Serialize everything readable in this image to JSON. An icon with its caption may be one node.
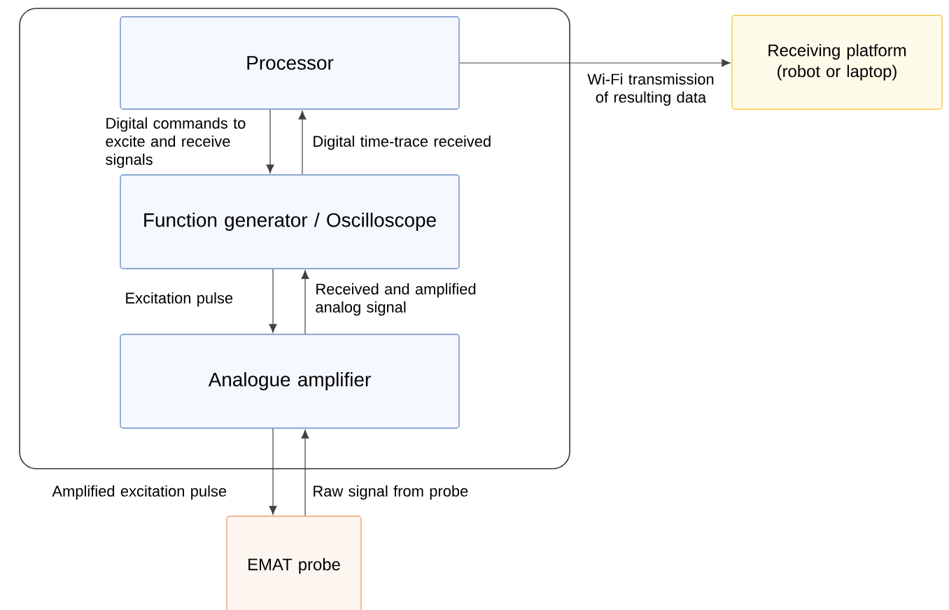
{
  "diagram": {
    "nodes": [
      {
        "text": [],
        "shape": "box"
      },
      {
        "text": [
          "Processor"
        ],
        "in": 0
      },
      {
        "text": [
          "Function generator / Oscilloscope"
        ],
        "in": 0
      },
      {
        "text": [
          "Analogue amplifier"
        ],
        "in": 0
      },
      {
        "text": [
          "EMAT probe"
        ]
      },
      {
        "text": [
          "Receiving platform (robot or laptop)"
        ]
      }
    ],
    "edges": [
      {
        "from": 1,
        "to": 2,
        "arrow": "to",
        "label": "Digital commands to excite and receive signals"
      },
      {
        "from": 2,
        "to": 1,
        "arrow": "to",
        "label": "Digital time-trace received"
      },
      {
        "from": 2,
        "to": 3,
        "arrow": "to",
        "label": "Excitation pulse"
      },
      {
        "from": 3,
        "to": 2,
        "arrow": "to",
        "label": "Received and amplified analog signal"
      },
      {
        "from": 3,
        "to": 4,
        "arrow": "to",
        "label": "Amplified excitation pulse"
      },
      {
        "from": 4,
        "to": 3,
        "arrow": "to",
        "label": "Raw signal from probe"
      },
      {
        "from": 1,
        "to": 5,
        "arrow": "to",
        "label": "Wi-Fi transmission of resulting data"
      }
    ]
  }
}
